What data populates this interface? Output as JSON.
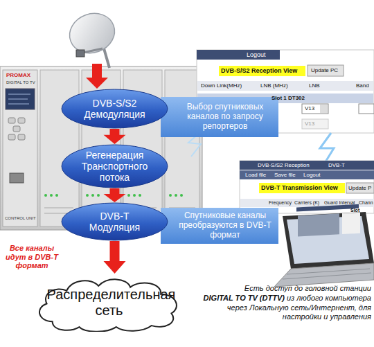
{
  "diagram": {
    "nodes": [
      {
        "text": [
          "DVB-S/S2 Демодуляция"
        ]
      },
      {
        "text": [
          "Выбор спутниковых каналов по запросу репортеров"
        ]
      },
      {
        "text": [
          "Регенерация Транспортного потока"
        ]
      },
      {
        "text": [
          "DVB-T Модуляция"
        ]
      },
      {
        "text": [
          "Спутниковые каналы преобразуются в DVB-T формат"
        ]
      },
      {
        "text": [
          "Распределительная сеть"
        ]
      }
    ],
    "edges": [
      {
        "from": 0,
        "to": 2,
        "arrow": "to"
      },
      {
        "from": 2,
        "to": 3,
        "arrow": "to"
      },
      {
        "from": 3,
        "to": 5,
        "arrow": "to"
      }
    ],
    "labels": [
      "Logout",
      "DVB-S/S2 Reception View",
      "Update PC",
      "Down Link(MHz)",
      "LNB (MHz)",
      "LNB",
      "Band",
      "Slot 1 DT302",
      "V13",
      "V13",
      "PROMAX",
      "DIGITAL TO TV",
      "CONTROL UNIT",
      "DVB-S/S2 Reception",
      "DVB-T",
      "Load file",
      "Save file",
      "Logout",
      "DVB-T Transmission View",
      "Update P",
      "Frequency",
      "Carriers (K)",
      "Guard Interval",
      "Chann",
      "Slot",
      "Все каналы идут в DVB-T формат",
      "Есть доступ до головной станции",
      "DIGITAL TO TV (DTTV)",
      "из любого компьютера через Локальную сеть/Интернент, для настройки и управления"
    ]
  }
}
